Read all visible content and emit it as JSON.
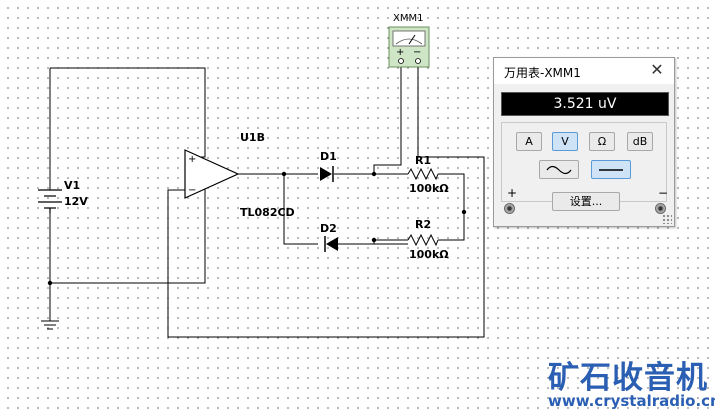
{
  "schematic": {
    "battery": {
      "name": "V1",
      "value": "12V"
    },
    "opamp": {
      "name": "U1B",
      "model": "TL082CD",
      "plus_sign": "+",
      "minus_sign": "−"
    },
    "diode1": {
      "name": "D1"
    },
    "diode2": {
      "name": "D2"
    },
    "resistor1": {
      "name": "R1",
      "value": "100kΩ"
    },
    "resistor2": {
      "name": "R2",
      "value": "100kΩ"
    },
    "meter_symbol": {
      "name": "XMM1",
      "plus": "+",
      "minus": "−"
    }
  },
  "multimeter_panel": {
    "title": "万用表-XMM1",
    "close_icon": "close-icon",
    "reading": "3.521 uV",
    "function_buttons": [
      {
        "label": "A",
        "active": false
      },
      {
        "label": "V",
        "active": true
      },
      {
        "label": "Ω",
        "active": false
      },
      {
        "label": "dB",
        "active": false
      }
    ],
    "mode_buttons": [
      {
        "icon": "ac-wave-icon",
        "active": false
      },
      {
        "icon": "dc-line-icon",
        "active": true
      }
    ],
    "settings_label": "设置...",
    "plus_terminal": "+",
    "minus_terminal": "−"
  },
  "watermark": {
    "chinese": "矿石收音机",
    "url": "www.crystalradio.cn",
    "color": "#2b5fb3"
  }
}
